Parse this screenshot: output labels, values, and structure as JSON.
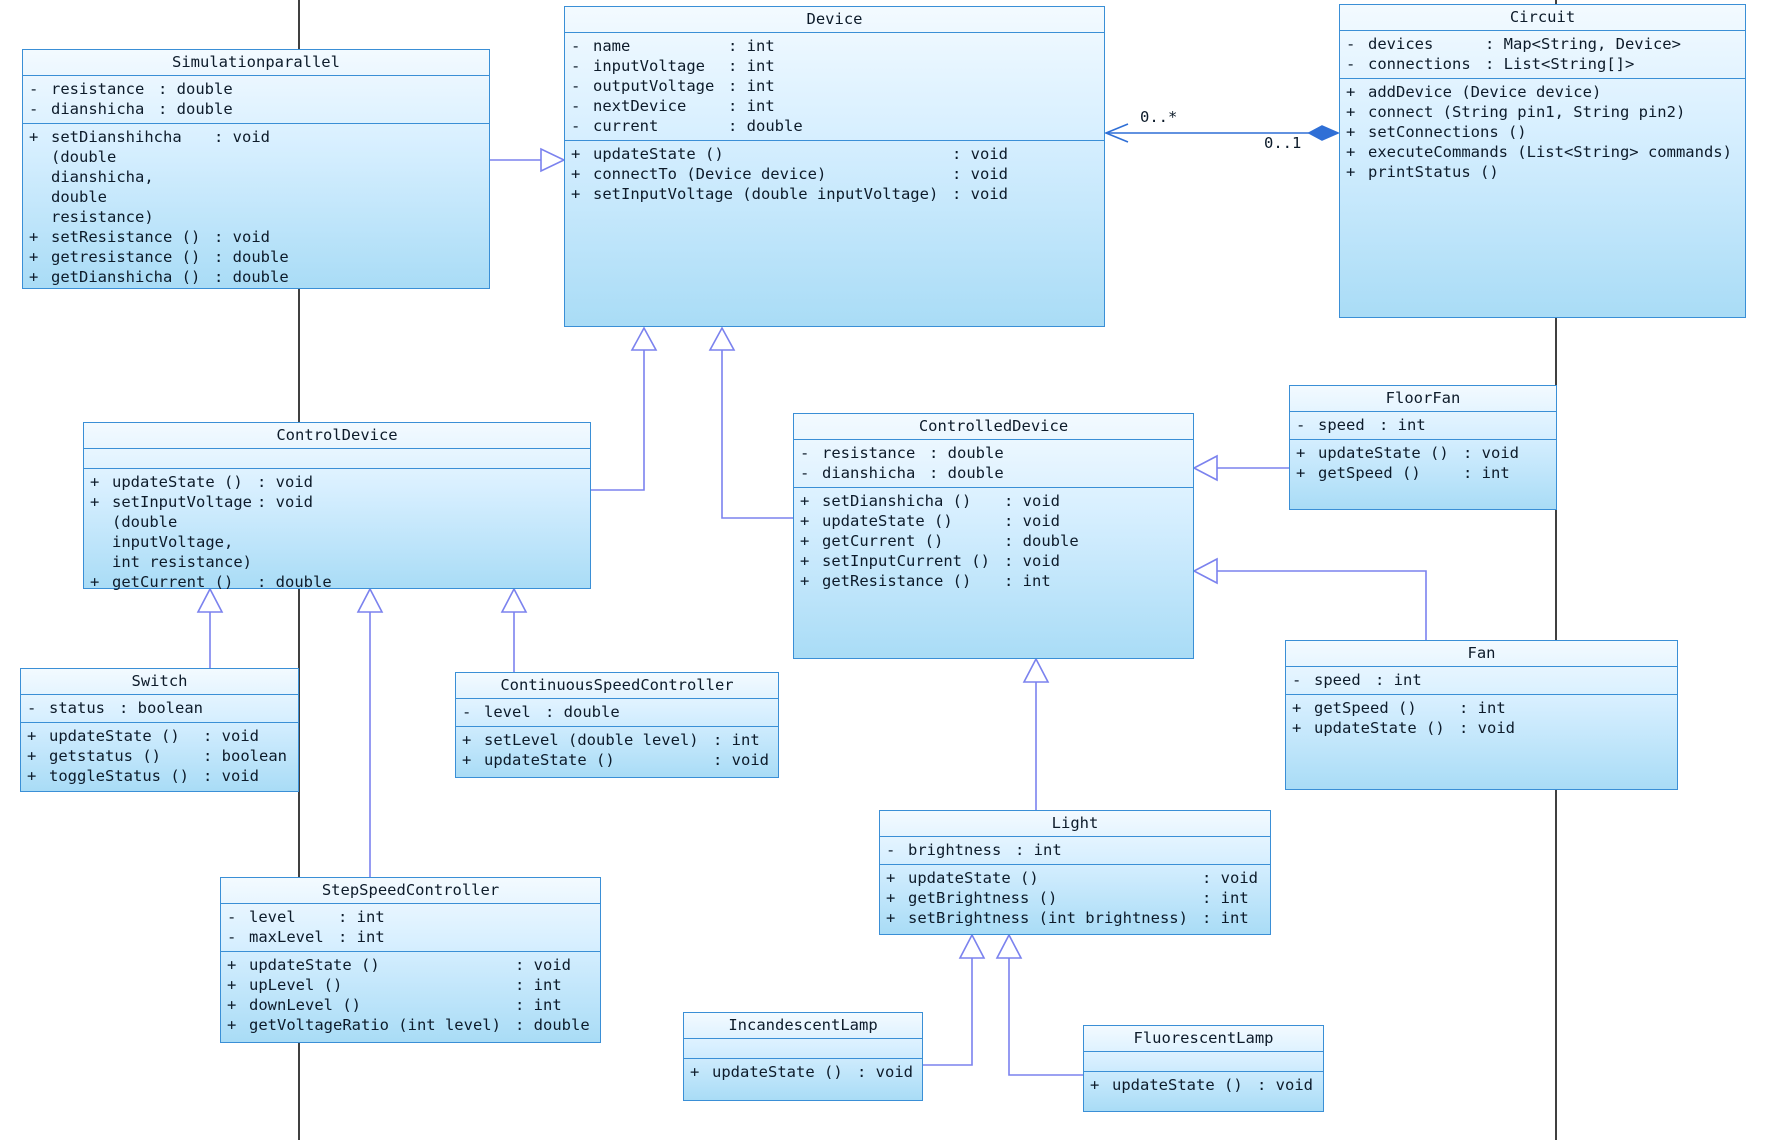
{
  "classes": {
    "simulationparallel": {
      "name": "Simulationparallel",
      "attributes": [
        {
          "vis": "-",
          "name": "resistance",
          "type": ": double"
        },
        {
          "vis": "-",
          "name": "dianshicha",
          "type": ": double"
        }
      ],
      "operations": [
        {
          "vis": "+",
          "name": "setDianshihcha (double dianshicha,\n double resistance)",
          "type": ": void"
        },
        {
          "vis": "+",
          "name": "setResistance ()",
          "type": ": void"
        },
        {
          "vis": "+",
          "name": "getresistance ()",
          "type": ": double"
        },
        {
          "vis": "+",
          "name": "getDianshicha ()",
          "type": ": double"
        }
      ]
    },
    "device": {
      "name": "Device",
      "attributes": [
        {
          "vis": "-",
          "name": "name",
          "type": ": int"
        },
        {
          "vis": "-",
          "name": "inputVoltage",
          "type": ": int"
        },
        {
          "vis": "-",
          "name": "outputVoltage",
          "type": ": int"
        },
        {
          "vis": "-",
          "name": "nextDevice",
          "type": ": int"
        },
        {
          "vis": "-",
          "name": "current",
          "type": ": double"
        }
      ],
      "operations": [
        {
          "vis": "+",
          "name": "updateState ()",
          "type": ": void"
        },
        {
          "vis": "+",
          "name": "connectTo (Device device)",
          "type": ": void"
        },
        {
          "vis": "+",
          "name": "setInputVoltage (double inputVoltage)",
          "type": ": void"
        }
      ]
    },
    "circuit": {
      "name": "Circuit",
      "attributes": [
        {
          "vis": "-",
          "name": "devices",
          "type": ": Map<String, Device>"
        },
        {
          "vis": "-",
          "name": "connections",
          "type": ": List<String[]>"
        }
      ],
      "operations": [
        {
          "vis": "+",
          "name": "addDevice (Device device)",
          "type": ""
        },
        {
          "vis": "+",
          "name": "connect (String pin1, String pin2)",
          "type": ""
        },
        {
          "vis": "+",
          "name": "setConnections ()",
          "type": ""
        },
        {
          "vis": "+",
          "name": "executeCommands (List<String> commands)",
          "type": ""
        },
        {
          "vis": "+",
          "name": "printStatus ()",
          "type": ""
        }
      ]
    },
    "controldevice": {
      "name": "ControlDevice",
      "attributes": [],
      "operations": [
        {
          "vis": "+",
          "name": "updateState ()",
          "type": ": void"
        },
        {
          "vis": "+",
          "name": "setInputVoltage (double inputVoltage,\n int resistance)",
          "type": ": void"
        },
        {
          "vis": "+",
          "name": "getCurrent ()",
          "type": ": double"
        }
      ]
    },
    "controlleddevice": {
      "name": "ControlledDevice",
      "attributes": [
        {
          "vis": "-",
          "name": "resistance",
          "type": ": double"
        },
        {
          "vis": "-",
          "name": "dianshicha",
          "type": ": double"
        }
      ],
      "operations": [
        {
          "vis": "+",
          "name": "setDianshicha ()",
          "type": ": void"
        },
        {
          "vis": "+",
          "name": "updateState ()",
          "type": ": void"
        },
        {
          "vis": "+",
          "name": "getCurrent ()",
          "type": ": double"
        },
        {
          "vis": "+",
          "name": "setInputCurrent ()",
          "type": ": void"
        },
        {
          "vis": "+",
          "name": "getResistance ()",
          "type": ": int"
        }
      ]
    },
    "floorfan": {
      "name": "FloorFan",
      "attributes": [
        {
          "vis": "-",
          "name": "speed",
          "type": ": int"
        }
      ],
      "operations": [
        {
          "vis": "+",
          "name": "updateState ()",
          "type": ": void"
        },
        {
          "vis": "+",
          "name": "getSpeed ()",
          "type": ": int"
        }
      ]
    },
    "fan": {
      "name": "Fan",
      "attributes": [
        {
          "vis": "-",
          "name": "speed",
          "type": ": int"
        }
      ],
      "operations": [
        {
          "vis": "+",
          "name": "getSpeed ()",
          "type": ": int"
        },
        {
          "vis": "+",
          "name": "updateState ()",
          "type": ": void"
        }
      ]
    },
    "switch": {
      "name": "Switch",
      "attributes": [
        {
          "vis": "-",
          "name": "status",
          "type": ": boolean"
        }
      ],
      "operations": [
        {
          "vis": "+",
          "name": "updateState ()",
          "type": ": void"
        },
        {
          "vis": "+",
          "name": "getstatus ()",
          "type": ": boolean"
        },
        {
          "vis": "+",
          "name": "toggleStatus ()",
          "type": ": void"
        }
      ]
    },
    "continuousspeedcontroller": {
      "name": "ContinuousSpeedController",
      "attributes": [
        {
          "vis": "-",
          "name": "level",
          "type": ": double"
        }
      ],
      "operations": [
        {
          "vis": "+",
          "name": "setLevel (double level)",
          "type": ": int"
        },
        {
          "vis": "+",
          "name": "updateState ()",
          "type": ": void"
        }
      ]
    },
    "light": {
      "name": "Light",
      "attributes": [
        {
          "vis": "-",
          "name": "brightness",
          "type": ": int"
        }
      ],
      "operations": [
        {
          "vis": "+",
          "name": "updateState ()",
          "type": ": void"
        },
        {
          "vis": "+",
          "name": "getBrightness ()",
          "type": ": int"
        },
        {
          "vis": "+",
          "name": "setBrightness (int brightness)",
          "type": ": int"
        }
      ]
    },
    "stepspeedcontroller": {
      "name": "StepSpeedController",
      "attributes": [
        {
          "vis": "-",
          "name": "level",
          "type": ": int"
        },
        {
          "vis": "-",
          "name": "maxLevel",
          "type": ": int"
        }
      ],
      "operations": [
        {
          "vis": "+",
          "name": "updateState ()",
          "type": ": void"
        },
        {
          "vis": "+",
          "name": "upLevel ()",
          "type": ": int"
        },
        {
          "vis": "+",
          "name": "downLevel ()",
          "type": ": int"
        },
        {
          "vis": "+",
          "name": "getVoltageRatio (int level)",
          "type": ": double"
        }
      ]
    },
    "incandescentlamp": {
      "name": "IncandescentLamp",
      "attributes": [],
      "operations": [
        {
          "vis": "+",
          "name": "updateState ()",
          "type": ": void"
        }
      ]
    },
    "fluorescentlamp": {
      "name": "FluorescentLamp",
      "attributes": [],
      "operations": [
        {
          "vis": "+",
          "name": "updateState ()",
          "type": ": void"
        }
      ]
    }
  },
  "association": {
    "device_end": "0..*",
    "circuit_end": "0..1"
  },
  "colors": {
    "box_border": "#3a8fd6",
    "box_gradient_top": "#f3faff",
    "box_gradient_bottom": "#a9dcf6",
    "connector": "#7b82ee",
    "lifeline": "#000000"
  }
}
